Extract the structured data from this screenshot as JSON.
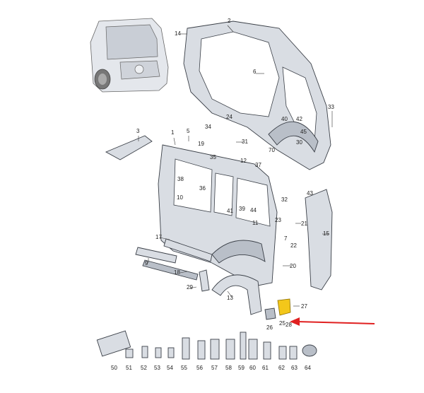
{
  "callouts": [
    {
      "id": "c1",
      "text": "1"
    },
    {
      "id": "c2",
      "text": "2"
    },
    {
      "id": "c3",
      "text": "3"
    },
    {
      "id": "c5",
      "text": "5"
    },
    {
      "id": "c6",
      "text": "6"
    },
    {
      "id": "c7",
      "text": "7"
    },
    {
      "id": "c9",
      "text": "9"
    },
    {
      "id": "c10",
      "text": "10"
    },
    {
      "id": "c11",
      "text": "11"
    },
    {
      "id": "c12",
      "text": "12"
    },
    {
      "id": "c13",
      "text": "13"
    },
    {
      "id": "c14",
      "text": "14"
    },
    {
      "id": "c15",
      "text": "15"
    },
    {
      "id": "c17",
      "text": "17"
    },
    {
      "id": "c18",
      "text": "18"
    },
    {
      "id": "c19",
      "text": "19"
    },
    {
      "id": "c20",
      "text": "20"
    },
    {
      "id": "c21",
      "text": "21"
    },
    {
      "id": "c22",
      "text": "22"
    },
    {
      "id": "c23",
      "text": "23"
    },
    {
      "id": "c24",
      "text": "24"
    },
    {
      "id": "c25",
      "text": "25"
    },
    {
      "id": "c26",
      "text": "26"
    },
    {
      "id": "c27",
      "text": "27"
    },
    {
      "id": "c28",
      "text": "28"
    },
    {
      "id": "c29",
      "text": "29"
    },
    {
      "id": "c30",
      "text": "30"
    },
    {
      "id": "c31",
      "text": "31"
    },
    {
      "id": "c32",
      "text": "32"
    },
    {
      "id": "c33",
      "text": "33"
    },
    {
      "id": "c34",
      "text": "34"
    },
    {
      "id": "c35",
      "text": "35"
    },
    {
      "id": "c36",
      "text": "36"
    },
    {
      "id": "c37",
      "text": "37"
    },
    {
      "id": "c38",
      "text": "38"
    },
    {
      "id": "c39",
      "text": "39"
    },
    {
      "id": "c40",
      "text": "40"
    },
    {
      "id": "c41",
      "text": "41"
    },
    {
      "id": "c42",
      "text": "42"
    },
    {
      "id": "c43",
      "text": "43"
    },
    {
      "id": "c44",
      "text": "44"
    },
    {
      "id": "c45",
      "text": "45"
    },
    {
      "id": "c50",
      "text": "50"
    },
    {
      "id": "c51",
      "text": "51"
    },
    {
      "id": "c52",
      "text": "52"
    },
    {
      "id": "c53",
      "text": "53"
    },
    {
      "id": "c54",
      "text": "54"
    },
    {
      "id": "c55",
      "text": "55"
    },
    {
      "id": "c56",
      "text": "56"
    },
    {
      "id": "c57",
      "text": "57"
    },
    {
      "id": "c58",
      "text": "58"
    },
    {
      "id": "c59",
      "text": "59"
    },
    {
      "id": "c60",
      "text": "60"
    },
    {
      "id": "c61",
      "text": "61"
    },
    {
      "id": "c62",
      "text": "62"
    },
    {
      "id": "c63",
      "text": "63"
    },
    {
      "id": "c64",
      "text": "64"
    },
    {
      "id": "c70",
      "text": "70"
    }
  ],
  "highlight": {
    "part_number": "25",
    "color": "#f3c71a",
    "arrow_color": "#e02020"
  }
}
